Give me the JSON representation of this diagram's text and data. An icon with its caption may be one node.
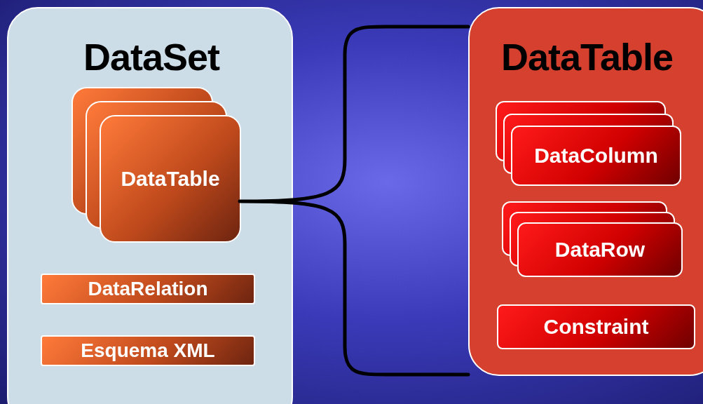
{
  "diagram": {
    "nodes": [
      {
        "text": [
          "DataSet"
        ]
      },
      {
        "text": [
          "DataTable"
        ],
        "in": 0
      },
      {
        "text": [
          "DataRelation"
        ],
        "in": 0
      },
      {
        "text": [
          "Esquema XML"
        ],
        "in": 0
      },
      {
        "text": [
          "DataTable"
        ]
      },
      {
        "text": [
          "DataColumn"
        ],
        "in": 4
      },
      {
        "text": [
          "DataRow"
        ],
        "in": 4
      },
      {
        "text": [
          "Constraint"
        ],
        "in": 4
      }
    ],
    "edges": [
      {
        "from": 1,
        "to": 4,
        "arrow": "none"
      }
    ]
  }
}
